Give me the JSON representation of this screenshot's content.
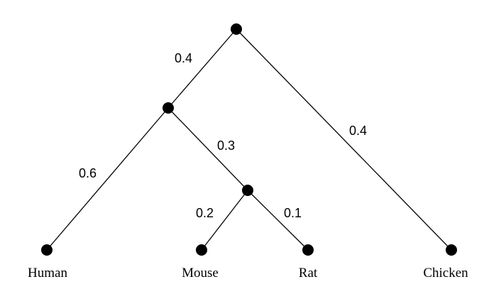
{
  "tree": {
    "edges": [
      {
        "id": "root-internal1",
        "from": "root",
        "to": "internal1",
        "length": "0.4"
      },
      {
        "id": "root-chicken",
        "from": "root",
        "to": "chicken",
        "length": "0.4"
      },
      {
        "id": "internal1-human",
        "from": "internal1",
        "to": "human",
        "length": "0.6"
      },
      {
        "id": "internal1-internal2",
        "from": "internal1",
        "to": "internal2",
        "length": "0.3"
      },
      {
        "id": "internal2-mouse",
        "from": "internal2",
        "to": "mouse",
        "length": "0.2"
      },
      {
        "id": "internal2-rat",
        "from": "internal2",
        "to": "rat",
        "length": "0.1"
      }
    ],
    "leaves": {
      "human": "Human",
      "mouse": "Mouse",
      "rat": "Rat",
      "chicken": "Chicken"
    },
    "colors": {
      "line": "#000000",
      "node": "#000000",
      "background": "#ffffff"
    }
  }
}
